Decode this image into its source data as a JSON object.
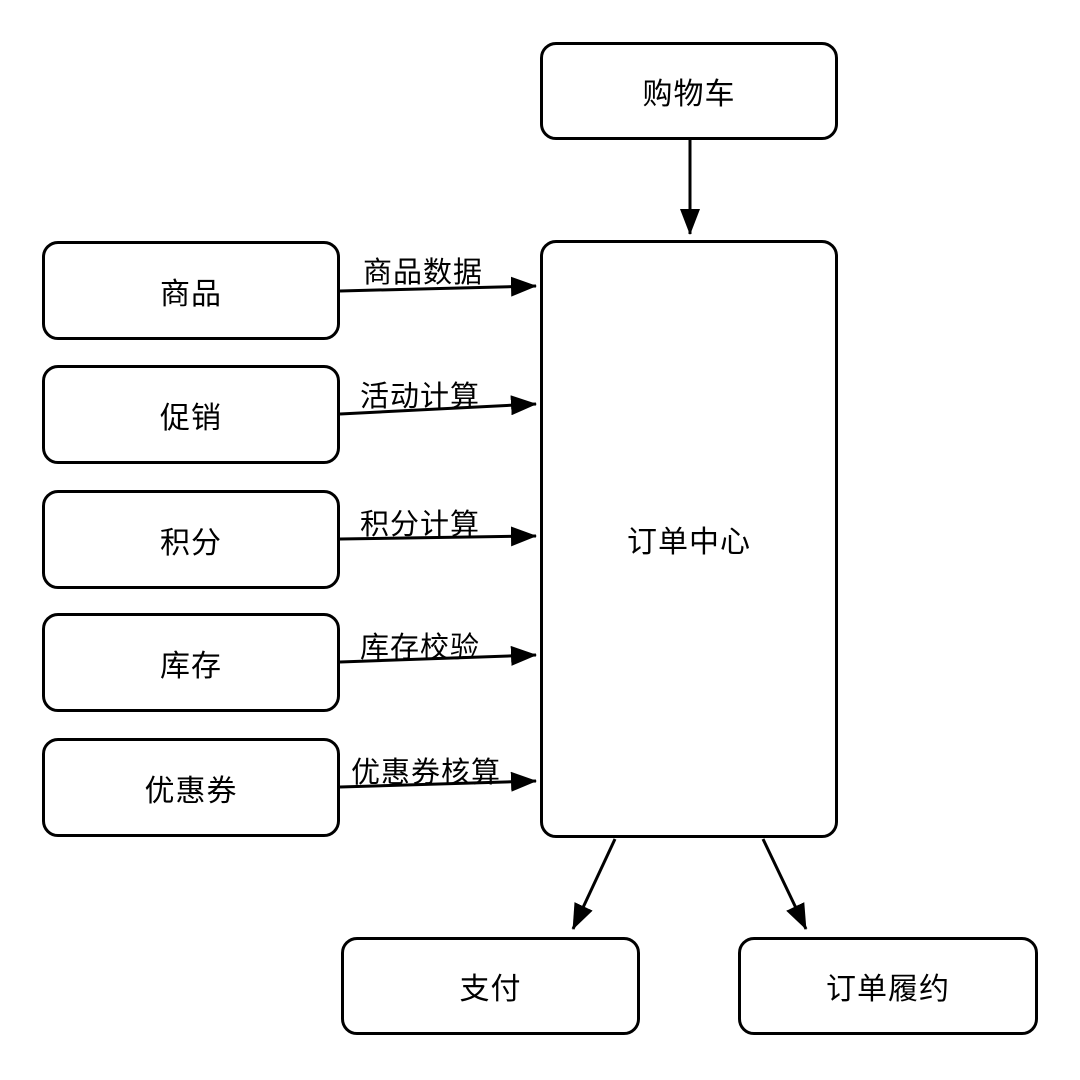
{
  "diagram": {
    "title": "order-center-flowchart",
    "colors": {
      "background": "#ffffff",
      "stroke": "#000000",
      "text": "#000000"
    },
    "nodes": {
      "cart": {
        "label": "购物车"
      },
      "order_center": {
        "label": "订单中心"
      },
      "product": {
        "label": "商品"
      },
      "promotion": {
        "label": "促销"
      },
      "points": {
        "label": "积分"
      },
      "inventory": {
        "label": "库存"
      },
      "coupon": {
        "label": "优惠券"
      },
      "payment": {
        "label": "支付"
      },
      "fulfillment": {
        "label": "订单履约"
      }
    },
    "edge_labels": {
      "product_data": "商品数据",
      "activity_calc": "活动计算",
      "points_calc": "积分计算",
      "inventory_check": "库存校验",
      "coupon_settle": "优惠券核算"
    }
  }
}
